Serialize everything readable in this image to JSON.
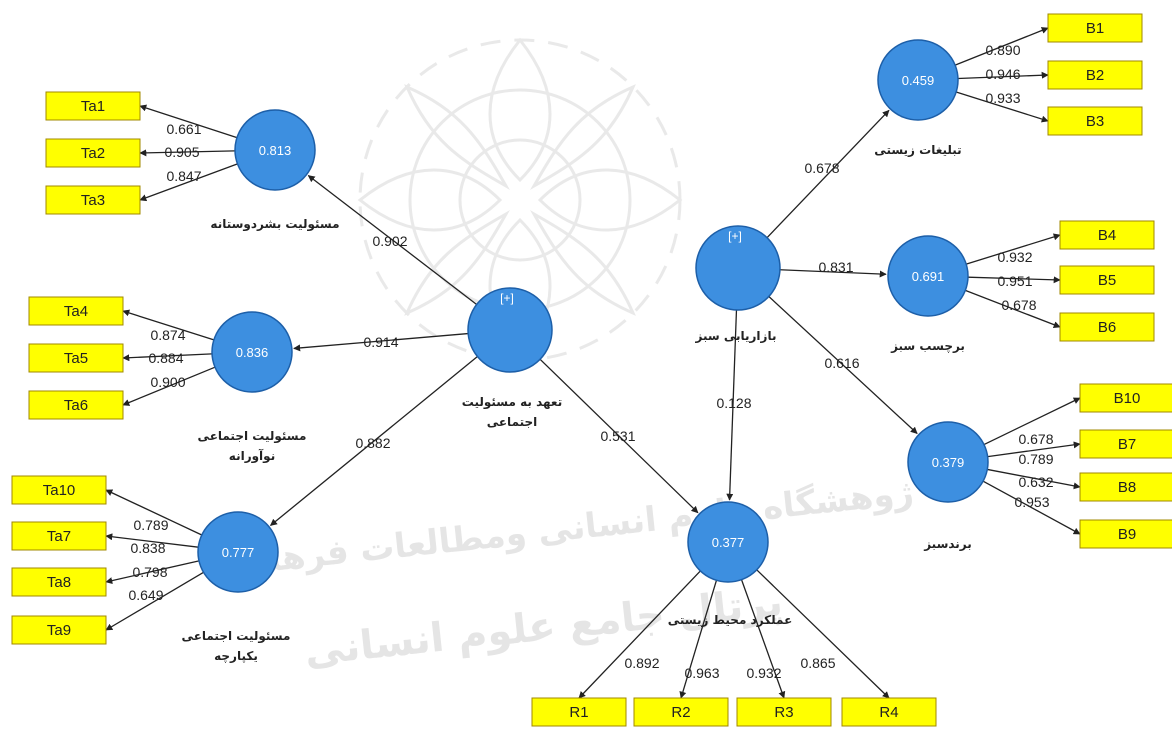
{
  "colors": {
    "indicator_fill": "#ffff00",
    "indicator_stroke": "#a08800",
    "latent_fill": "#3d8fe0",
    "latent_stroke": "#1d5fa8",
    "edge": "#222222"
  },
  "constructs": {
    "green_marketing": {
      "value": "",
      "plus": "[+]",
      "label": "بازاریابی سبز"
    },
    "csr_commitment": {
      "value": "",
      "plus": "[+]",
      "label1": "تعهد به مسئولیت",
      "label2": "اجتماعی"
    },
    "green_ads": {
      "value": "0.459",
      "label": "تبلیغات زیستی"
    },
    "green_label": {
      "value": "0.691",
      "label": "برچسب سبز"
    },
    "green_brand": {
      "value": "0.379",
      "label": "برندسبز"
    },
    "env_performance": {
      "value": "0.377",
      "label": "عملکرد محیط زیستی"
    },
    "philanthropic": {
      "value": "0.813",
      "label": "مسئولیت بشردوستانه"
    },
    "innovative": {
      "value": "0.836",
      "label1": "مسئولیت اجتماعی",
      "label2": "نوآورانه"
    },
    "integrated": {
      "value": "0.777",
      "label1": "مسئولیت اجتماعی",
      "label2": "یکپارچه"
    }
  },
  "paths": {
    "gm_ads": "0.678",
    "gm_label": "0.831",
    "gm_brand": "0.616",
    "gm_env": "0.128",
    "csr_phil": "0.902",
    "csr_innov": "0.914",
    "csr_integ": "0.882",
    "csr_env": "0.531"
  },
  "indicators": {
    "B1": "B1",
    "B2": "B2",
    "B3": "B3",
    "B4": "B4",
    "B5": "B5",
    "B6": "B6",
    "B7": "B7",
    "B8": "B8",
    "B9": "B9",
    "B10": "B10",
    "Ta1": "Ta1",
    "Ta2": "Ta2",
    "Ta3": "Ta3",
    "Ta4": "Ta4",
    "Ta5": "Ta5",
    "Ta6": "Ta6",
    "Ta7": "Ta7",
    "Ta8": "Ta8",
    "Ta9": "Ta9",
    "Ta10": "Ta10",
    "R1": "R1",
    "R2": "R2",
    "R3": "R3",
    "R4": "R4"
  },
  "loadings": {
    "B1": "0.890",
    "B2": "0.946",
    "B3": "0.933",
    "B4": "0.932",
    "B5": "0.951",
    "B6": "0.678",
    "B10": "0.678",
    "B7": "0.789",
    "B8": "0.632",
    "B9": "0.953",
    "Ta1": "0.661",
    "Ta2": "0.905",
    "Ta3": "0.847",
    "Ta4": "0.874",
    "Ta5": "0.884",
    "Ta6": "0.900",
    "Ta10": "0.789",
    "Ta7": "0.838",
    "Ta8": "0.798",
    "Ta9": "0.649",
    "R1": "0.892",
    "R2": "0.963",
    "R3": "0.932",
    "R4": "0.865"
  },
  "watermark": {
    "line1": "ژوهشگاه علوم انسانی ومطالعات فرهنگی",
    "line2": "پرتال جامع علوم انسانی"
  }
}
